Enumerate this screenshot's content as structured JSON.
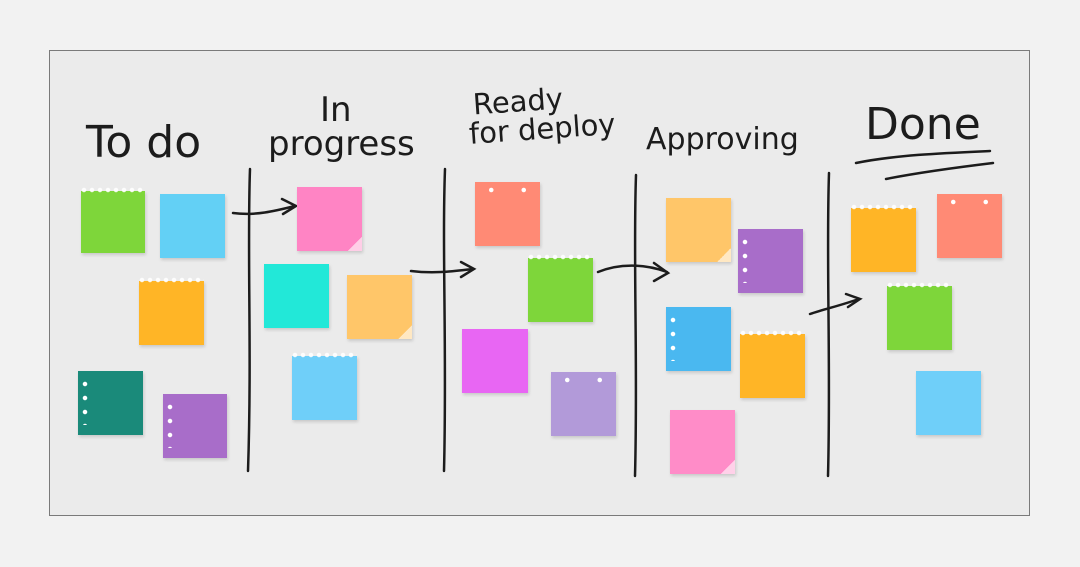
{
  "board": {
    "columns": [
      {
        "id": "todo",
        "title_lines": [
          "To do"
        ]
      },
      {
        "id": "inprogress",
        "title_lines": [
          "In",
          "progress"
        ]
      },
      {
        "id": "ready",
        "title_lines": [
          "Ready",
          "for deploy"
        ]
      },
      {
        "id": "approving",
        "title_lines": [
          "Approving"
        ]
      },
      {
        "id": "done",
        "title_lines": [
          "Done"
        ]
      }
    ],
    "colors": {
      "ink": "#1c1c1c",
      "green": "#7ed63a",
      "sky": "#63d0f5",
      "orange": "#ffb526",
      "teal": "#1a8a7a",
      "purple": "#a86dc9",
      "pink": "#ff84c4",
      "cyan": "#22e8d8",
      "peach": "#ffc669",
      "lightblue": "#6fcff9",
      "salmon": "#ff8a75",
      "magenta": "#e866f3",
      "lavender": "#b29ad9",
      "blue": "#4ab8f0",
      "rose": "#ff8cc8"
    }
  }
}
